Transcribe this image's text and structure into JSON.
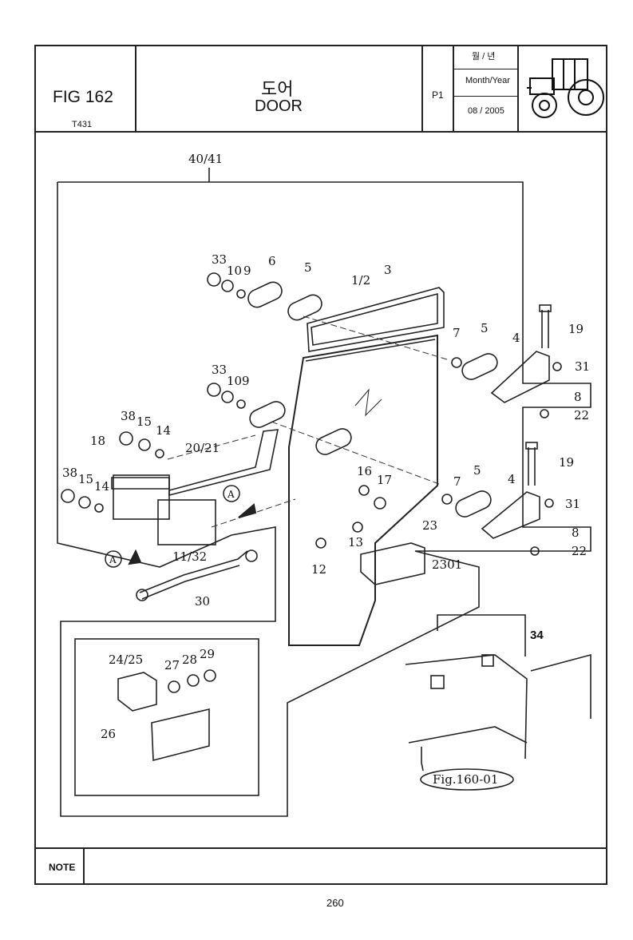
{
  "header": {
    "fig": "FIG 162",
    "model": "T431",
    "title_ko": "도어",
    "title_en": "DOOR",
    "page_code": "P1",
    "date_label_ko": "월 / 년",
    "date_label_en": "Month/Year",
    "date_value": "08 / 2005",
    "tractor_icon": "tractor-icon"
  },
  "diagram": {
    "assembly_label": "40/41",
    "callouts": [
      "33",
      "10",
      "9",
      "6",
      "5",
      "3",
      "1/2",
      "7",
      "5",
      "4",
      "19",
      "31",
      "8",
      "22",
      "33",
      "10",
      "9",
      "38",
      "15",
      "14",
      "18",
      "20/21",
      "38",
      "15",
      "14",
      "A",
      "11/32",
      "A",
      "30",
      "16",
      "17",
      "7",
      "5",
      "4",
      "19",
      "31",
      "8",
      "22",
      "13",
      "23",
      "12",
      "2301",
      "34",
      "24/25",
      "27",
      "28",
      "29",
      "26"
    ],
    "reference": "Fig.160-01"
  },
  "footer": {
    "note_label": "NOTE",
    "page_number": "260"
  }
}
